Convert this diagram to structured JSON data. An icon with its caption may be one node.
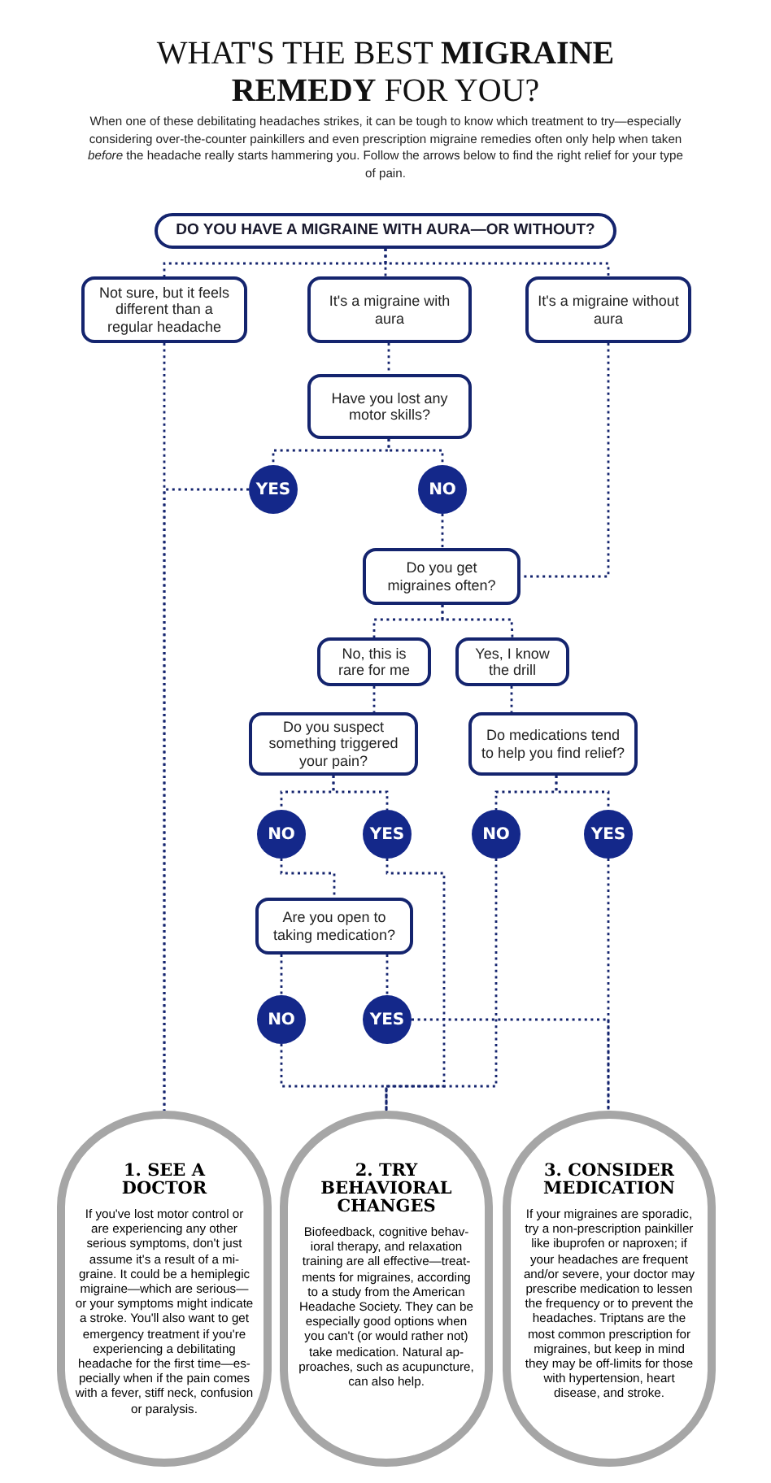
{
  "diagram": {
    "title": "WHAT'S THE BEST **MIGRAINE REMEDY** FOR YOU?",
    "nodes": [
      {
        "text": [
          "DO YOU HAVE A MIGRAINE WITH AURA—OR WITHOUT?"
        ]
      },
      {
        "text": [
          "Not sure, but it feels different than a regular headache"
        ]
      },
      {
        "text": [
          "It's a migraine with aura"
        ]
      },
      {
        "text": [
          "It's a migraine without aura"
        ]
      },
      {
        "text": [
          "Have you lost any motor skills?"
        ]
      },
      {
        "text": [
          "YES"
        ]
      },
      {
        "text": [
          "NO"
        ]
      },
      {
        "text": [
          "Do you get migraines often?"
        ]
      },
      {
        "text": [
          "No, this is rare for me"
        ]
      },
      {
        "text": [
          "Yes, I know the drill"
        ]
      },
      {
        "text": [
          "Do you suspect something triggered your pain?"
        ]
      },
      {
        "text": [
          "Do medications tend to help you find relief?"
        ]
      },
      {
        "text": [
          "NO"
        ]
      },
      {
        "text": [
          "YES"
        ]
      },
      {
        "text": [
          "NO"
        ]
      },
      {
        "text": [
          "YES"
        ]
      },
      {
        "text": [
          "Are you open to taking medication?"
        ]
      },
      {
        "text": [
          "NO"
        ]
      },
      {
        "text": [
          "YES"
        ]
      },
      {
        "text": [
          "1. SEE A DOCTOR",
          "If you've lost motor control or are experiencing any other serious symptoms, don't just assume it's a result of a mi- graine. It could be a hemiplegic migraine—which are serious—or your symptoms might indicate a stroke. You'll also want to get emergency treatment if you're experiencing a debilitating headache for the first time—es- pecially when if the pain comes with a fever, stiff neck, confusion or paralysis."
        ]
      },
      {
        "text": [
          "2. TRY BEHAVIORAL CHANGES",
          "Biofeedback, cognitive behav- ioral therapy, and relaxation training are all effective—treat- ments for migraines, according to a study from the American Headache Society. They can be especially good options when you can't (or would rather not) take medication. Natural ap- proaches, such as acupuncture, can also help."
        ]
      },
      {
        "text": [
          "3. CONSIDER MEDICATION",
          "If your migraines are sporadic, try a non-prescription painkiller like ibuprofen or naproxen; if your headaches are frequent and/or severe, your doctor may prescribe medication to lessen the frequency or to prevent the headaches. Triptans are the most common prescription for migraines, but keep in mind they may be off-limits for those with hypertension, heart disease, and stroke."
        ]
      }
    ],
    "edges": [
      {
        "from": 0,
        "to": 1,
        "arrow": "none"
      },
      {
        "from": 0,
        "to": 2,
        "arrow": "none"
      },
      {
        "from": 0,
        "to": 3,
        "arrow": "none"
      },
      {
        "from": 1,
        "to": 19,
        "arrow": "none"
      },
      {
        "from": 2,
        "to": 4,
        "arrow": "none"
      },
      {
        "from": 4,
        "to": 5,
        "arrow": "none"
      },
      {
        "from": 4,
        "to": 6,
        "arrow": "none"
      },
      {
        "from": 5,
        "to": 19,
        "arrow": "none"
      },
      {
        "from": 6,
        "to": 7,
        "arrow": "none"
      },
      {
        "from": 3,
        "to": 7,
        "arrow": "none"
      },
      {
        "from": 7,
        "to": 8,
        "arrow": "none"
      },
      {
        "from": 7,
        "to": 9,
        "arrow": "none"
      },
      {
        "from": 8,
        "to": 10,
        "arrow": "none"
      },
      {
        "from": 9,
        "to": 11,
        "arrow": "none"
      },
      {
        "from": 10,
        "to": 12,
        "arrow": "none"
      },
      {
        "from": 10,
        "to": 13,
        "arrow": "none"
      },
      {
        "from": 11,
        "to": 14,
        "arrow": "none"
      },
      {
        "from": 11,
        "to": 15,
        "arrow": "none"
      },
      {
        "from": 12,
        "to": 16,
        "arrow": "none"
      },
      {
        "from": 13,
        "to": 20,
        "arrow": "none"
      },
      {
        "from": 16,
        "to": 17,
        "arrow": "none"
      },
      {
        "from": 16,
        "to": 18,
        "arrow": "none"
      },
      {
        "from": 17,
        "to": 20,
        "arrow": "none"
      },
      {
        "from": 14,
        "to": 20,
        "arrow": "none"
      },
      {
        "from": 18,
        "to": 21,
        "arrow": "none"
      },
      {
        "from": 15,
        "to": 21,
        "arrow": "none"
      }
    ],
    "labels": [
      "When one of these debilitating headaches strikes, it can be tough to know which treatment to try—especially considering over-the-counter painkillers and even prescription migraine remedies often only help when taken *before* the headache really starts hammering you. Follow the arrows below to find the right relief for your type of pain."
    ]
  }
}
